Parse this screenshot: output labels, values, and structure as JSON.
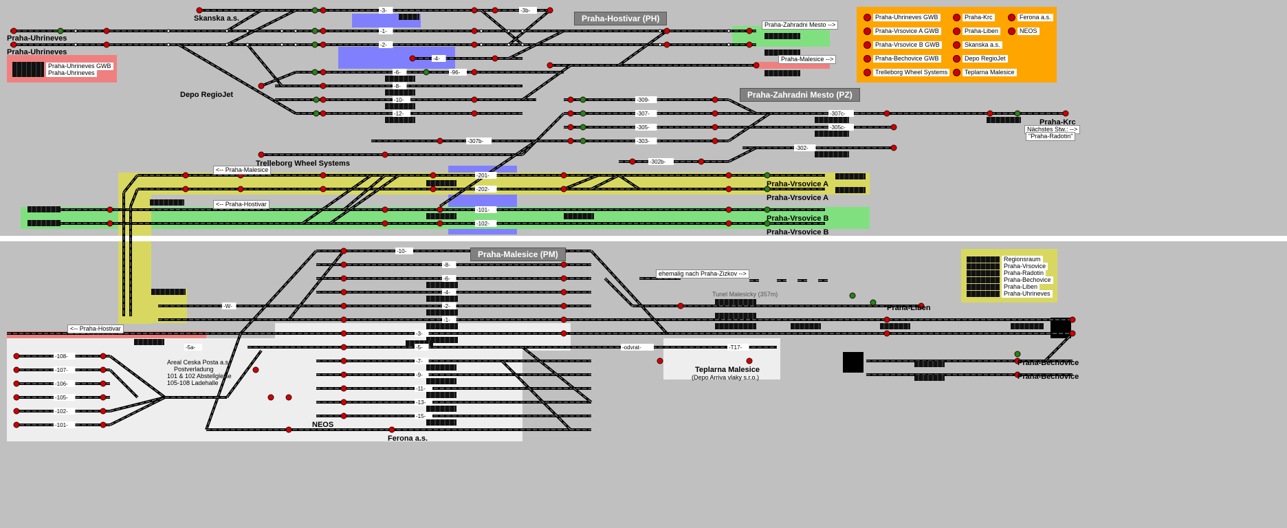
{
  "sections": {
    "hostivar": "Praha-Hostivar (PH)",
    "zahradni": "Praha-Zahradni Mesto (PZ)",
    "malesice": "Praha-Malesice (PM)"
  },
  "stations": {
    "uhrineves_1": "Praha-Uhrineves",
    "uhrineves_2": "Praha-Uhrineves",
    "skanska": "Skanska a.s.",
    "depo_regiojet": "Depo RegioJet",
    "trelleborg": "Trelleborg Wheel Systems",
    "vrsovice_a1": "Praha-Vrsovice A",
    "vrsovice_a2": "Praha-Vrsovice A",
    "vrsovice_b1": "Praha-Vrsovice B",
    "vrsovice_b2": "Praha-Vrsovice B",
    "krc": "Praha-Krc",
    "liben": "Praha-Liben",
    "bechovice_1": "Praha-Bechovice",
    "bechovice_2": "Praha-Bechovice",
    "teplarna": "Teplarna Malesice",
    "teplarna_sub": "(Depo Arriva vlaky s.r.o.)",
    "neos": "NEOS",
    "ferona": "Ferona a.s."
  },
  "directions": {
    "zahradni": "Praha-Zahradni Mesto -->",
    "malesice_r": "Praha-Malesice -->",
    "malesice_l": "<-- Praha-Malesice",
    "hostivar_l": "<-- Praha-Hostivar",
    "hostivar_l2": "<-- Praha-Hostivar",
    "zizkov": "ehemalig nach Praha-Zizkov -->",
    "tunel": "Tunel Malesicky (357m)",
    "next_station_1": "Nächstes Stw.: -->",
    "next_station_2": "\"Praha-Radotin\""
  },
  "uhrineves_box": {
    "items": [
      "Praha-Uhrineves GWB",
      "Praha-Uhrineves"
    ]
  },
  "posta": {
    "lines": [
      "Areal Ceska Posta a.s.",
      "Postverladung",
      "101 & 102 Abstellgleise",
      "105-108 Ladehalle"
    ]
  },
  "legend_orange": {
    "items": [
      "Praha-Uhrineves GWB",
      "Praha-Krc",
      "Ferona a.s.",
      "Praha-Vrsovice A GWB",
      "Praha-Liben",
      "NEOS",
      "Praha-Vrsovice B GWB",
      "Skanska a.s.",
      "Praha-Bechovice GWB",
      "Depo RegioJet",
      "Trelleborg Wheel Systems",
      "Teplarna Malesice"
    ]
  },
  "legend_yellow": {
    "items": [
      "Regionsraum",
      "Praha-Vrsovice",
      "Praha-Radotin",
      "Praha-Bechovice",
      "Praha-Liben",
      "Praha-Uhrineves"
    ]
  },
  "track_labels": {
    "ph": [
      "-3-",
      "-3b-",
      "-1-",
      "-2-",
      "-4-",
      "-6-",
      "-96-",
      "-8-",
      "-10-",
      "-12-"
    ],
    "pz": [
      "-309-",
      "-307-",
      "-305-",
      "-303-",
      "-307b-",
      "-307c-",
      "-305c-",
      "-302-",
      "-302b-",
      "-201-",
      "-202-",
      "-101-",
      "-102-"
    ],
    "pm": [
      "-10-",
      "-8-",
      "-6-",
      "-4-",
      "-2-",
      "-1-",
      "-W-",
      "-3-",
      "-5-",
      "-5a-",
      "-7-",
      "-9-",
      "-11-",
      "-13-",
      "-15-",
      "-odvrat-",
      "-T17-",
      "-108-",
      "-107-",
      "-106-",
      "-105-",
      "-102-",
      "-101-"
    ]
  },
  "colors": {
    "background": "#c0c0c0",
    "track": "#000000",
    "signal_red": "#d00000",
    "signal_green": "#1a8a1a",
    "zone_green": "#80e080",
    "zone_yellow": "#d8d860",
    "zone_red": "#f08080",
    "zone_orange": "#ffa500",
    "zone_blue": "#8080ff"
  }
}
